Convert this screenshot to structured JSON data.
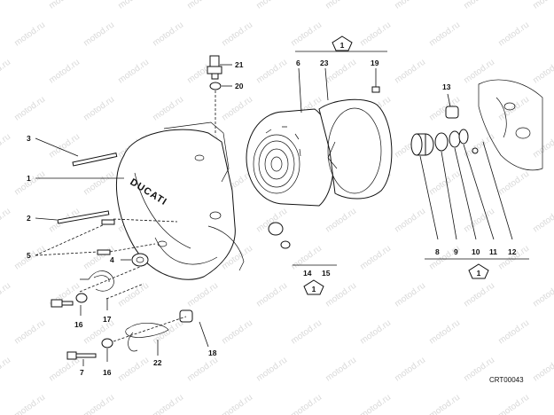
{
  "watermark_text": "motod.ru",
  "cover_brand_text": "DUCATI",
  "drawing_code": "CRT00043",
  "group_marker": "1",
  "callouts": {
    "n1": "1",
    "n2": "2",
    "n3": "3",
    "n4": "4",
    "n5": "5",
    "n6": "6",
    "n7": "7",
    "n8": "8",
    "n9": "9",
    "n10": "10",
    "n11": "11",
    "n12": "12",
    "n13": "13",
    "n14": "14",
    "n15": "15",
    "n16a": "16",
    "n16b": "16",
    "n17": "17",
    "n18": "18",
    "n19": "19",
    "n20": "20",
    "n21": "21",
    "n22": "22",
    "n23": "23"
  }
}
